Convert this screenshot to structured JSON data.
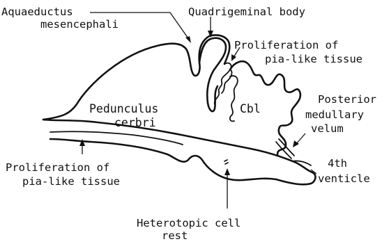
{
  "labels": {
    "aquaeductus_line1": "Aquaeductus",
    "aquaeductus_line2": "mesencephali",
    "quadrigeminal": "Quadrigeminal body",
    "prolif_upper_line1": "Proliferation of",
    "prolif_upper_line2": "pia-like tissue",
    "pedunculus_line1": "Pedunculus",
    "pedunculus_line2": "cerbri",
    "cbl": "Cbl",
    "velum_line1": "Posterior",
    "velum_line2": "medullary",
    "velum_line3": "velum",
    "prolif_lower_line1": "Proliferation of",
    "prolif_lower_line2": "pia-like tissue",
    "ventricle_line1": "4th",
    "ventricle_line2": "venticle",
    "heterotopic_line1": "Heterotopic cell",
    "heterotopic_line2": "rest"
  }
}
